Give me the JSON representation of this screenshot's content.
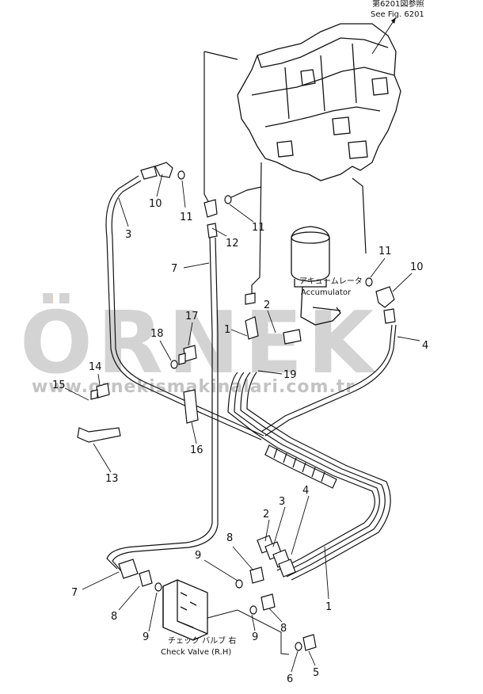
{
  "reference": {
    "jp": "第6201図参照",
    "en": "See Fig. 6201"
  },
  "accumulator": {
    "jp": "アキュームレータ",
    "en": "Accumulator"
  },
  "check_valve": {
    "jp": "チェック バルブ 右",
    "en": "Check Valve (R.H)"
  },
  "watermark": {
    "brand": "ÖRNEK",
    "url": "www.ornekismakinalari.com.tr"
  },
  "callouts": {
    "c3": "3",
    "c10a": "10",
    "c11a": "11",
    "c12": "12",
    "c7a": "7",
    "c11b": "11",
    "c11c": "11",
    "c10b": "10",
    "c2a": "2",
    "c1a": "1",
    "c4a": "4",
    "c18": "18",
    "c17": "17",
    "c19": "19",
    "c14": "14",
    "c15": "15",
    "c16": "16",
    "c13": "13",
    "c3b": "3",
    "c2b": "2",
    "c4b": "4",
    "c1b": "1",
    "c8a": "8",
    "c9a": "9",
    "c7b": "7",
    "c8b": "8",
    "c9b": "9",
    "c9c": "9",
    "c8c": "8",
    "c5": "5",
    "c6": "6"
  }
}
